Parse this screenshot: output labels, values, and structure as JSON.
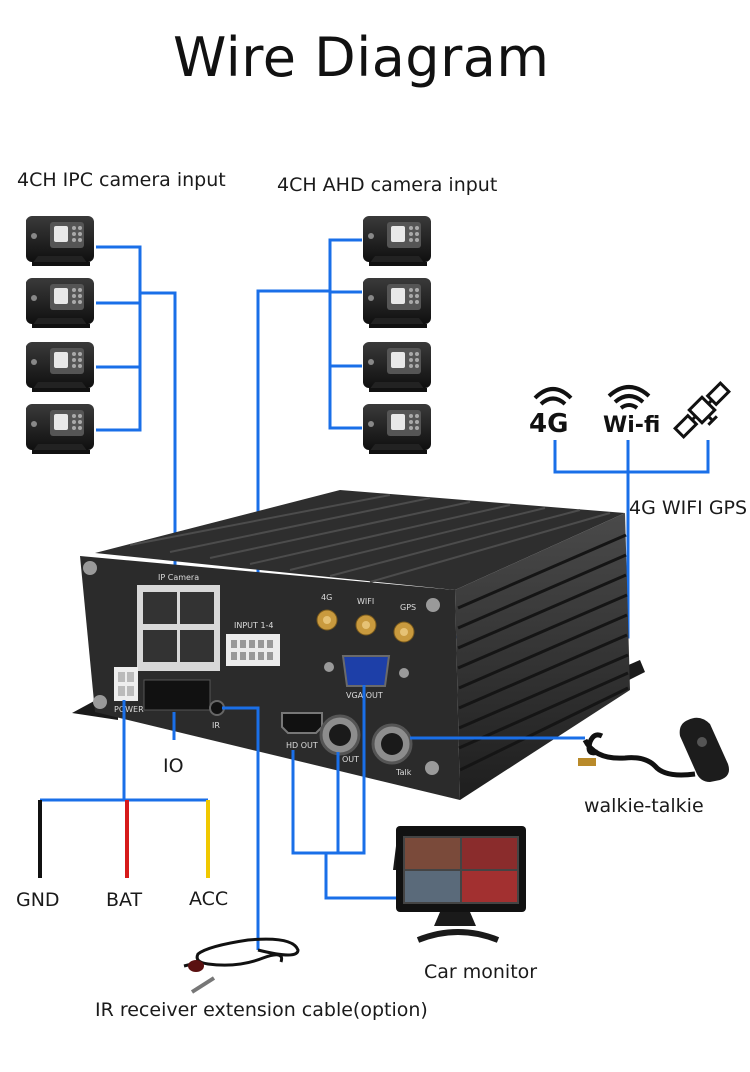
{
  "title": "Wire Diagram",
  "labels": {
    "ipc_input": "4CH IPC camera input",
    "ahd_input": "4CH AHD camera input",
    "wireless": "4G WIFI GPS",
    "io": "IO",
    "gnd": "GND",
    "bat": "BAT",
    "acc": "ACC",
    "walkie": "walkie-talkie",
    "monitor": "Car monitor",
    "ir_cable": "IR receiver extension cable(option)"
  },
  "device_labels": {
    "ip_camera": "IP Camera",
    "input": "INPUT 1-4",
    "port_4g": "4G",
    "port_wifi": "WIFI",
    "port_gps": "GPS",
    "vga_out": "VGA OUT",
    "hd_out": "HD OUT",
    "out": "OUT",
    "talk": "Talk",
    "power": "POWER",
    "ir": "IR"
  },
  "icons": {
    "four_g_text": "4G",
    "wifi_text": "Wi-fi"
  },
  "colors": {
    "wire": "#1a6fe8",
    "gnd_wire": "#111111",
    "bat_wire": "#d61a1a",
    "acc_wire": "#f0c800",
    "device": "#2b2b2b"
  }
}
